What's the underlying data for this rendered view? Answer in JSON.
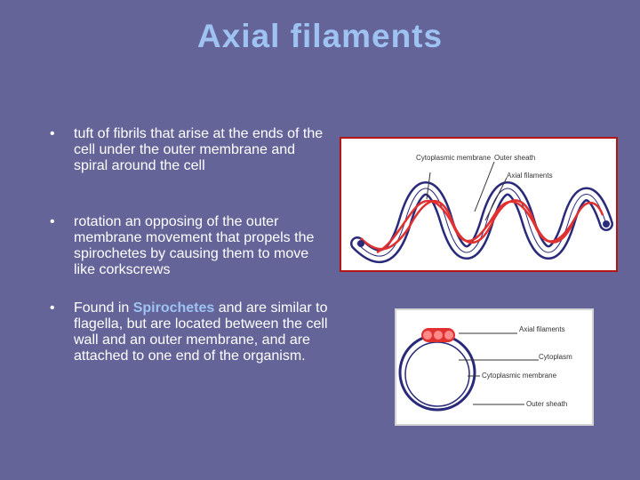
{
  "slide": {
    "title": "Axial filaments"
  },
  "bullets": [
    {
      "marker": "•",
      "text": "tuft of fibrils that arise at the ends of the cell under the outer membrane and spiral around the cell"
    },
    {
      "marker": "•",
      "text": "rotation an opposing of the outer membrane movement that propels the spirochetes by causing them to move like corkscrews"
    },
    {
      "marker": "•",
      "pre": "Found in ",
      "highlight": "Spirochetes",
      "post": " and are similar to flagella, but are located between the cell wall and an outer membrane, and are attached to one end of the organism."
    }
  ],
  "figure_top": {
    "labels": {
      "cytoplasmic_membrane": "Cytoplasmic membrane",
      "outer_sheath": "Outer sheath",
      "axial_filaments": "Axial filaments"
    }
  },
  "figure_bottom": {
    "labels": {
      "axial_filaments": "Axial filaments",
      "cytoplasm": "Cytoplasm",
      "cytoplasmic_membrane": "Cytoplasmic membrane",
      "outer_sheath": "Outer sheath"
    }
  },
  "colors": {
    "background": "#646498",
    "title": "#9ec3f2",
    "highlight": "#9ec3f2",
    "filament": "#e03030",
    "membrane": "#2a2a7a"
  }
}
